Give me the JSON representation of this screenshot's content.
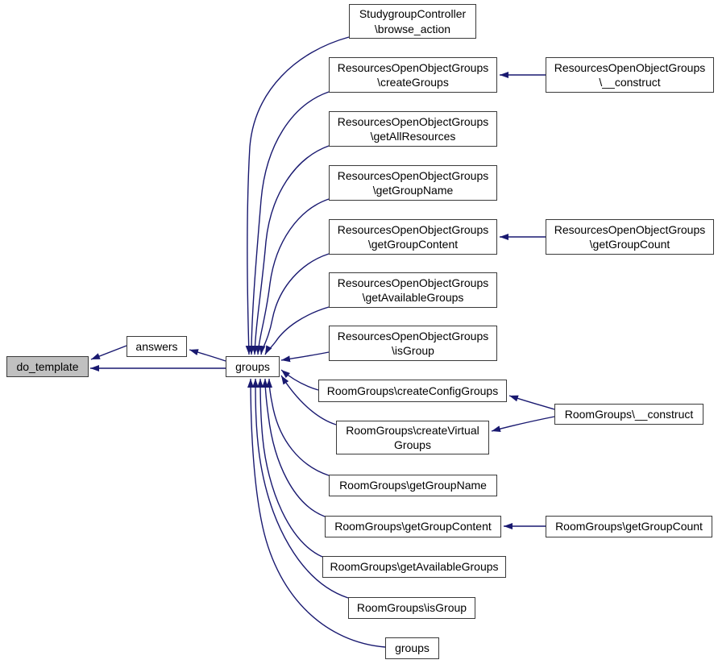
{
  "diagram": {
    "kind": "caller-graph",
    "colors": {
      "edge": "#191970",
      "node_border": "#3a3a3a",
      "node_fill": "#ffffff",
      "highlight_fill": "#c0c0c0",
      "text": "#000000",
      "bg": "#ffffff"
    },
    "nodes": [
      {
        "id": "do_template",
        "label": "do_template",
        "highlighted": true
      },
      {
        "id": "answers",
        "label": "answers"
      },
      {
        "id": "groups",
        "label": "groups"
      },
      {
        "id": "sc-browse-action",
        "label": "StudygroupController\n\\browse_action"
      },
      {
        "id": "rog-create-groups",
        "label": "ResourcesOpenObjectGroups\n\\createGroups"
      },
      {
        "id": "rog-construct",
        "label": "ResourcesOpenObjectGroups\n\\__construct"
      },
      {
        "id": "rog-get-all-resources",
        "label": "ResourcesOpenObjectGroups\n\\getAllResources"
      },
      {
        "id": "rog-get-group-name",
        "label": "ResourcesOpenObjectGroups\n\\getGroupName"
      },
      {
        "id": "rog-get-group-content",
        "label": "ResourcesOpenObjectGroups\n\\getGroupContent"
      },
      {
        "id": "rog-get-group-count",
        "label": "ResourcesOpenObjectGroups\n\\getGroupCount"
      },
      {
        "id": "rog-get-available-groups",
        "label": "ResourcesOpenObjectGroups\n\\getAvailableGroups"
      },
      {
        "id": "rog-is-group",
        "label": "ResourcesOpenObjectGroups\n\\isGroup"
      },
      {
        "id": "rg-create-config-groups",
        "label": "RoomGroups\\createConfigGroups"
      },
      {
        "id": "rg-construct",
        "label": "RoomGroups\\__construct"
      },
      {
        "id": "rg-create-virtual-groups",
        "label": "RoomGroups\\createVirtual\nGroups"
      },
      {
        "id": "rg-get-group-name",
        "label": "RoomGroups\\getGroupName"
      },
      {
        "id": "rg-get-group-content",
        "label": "RoomGroups\\getGroupContent"
      },
      {
        "id": "rg-get-group-count",
        "label": "RoomGroups\\getGroupCount"
      },
      {
        "id": "rg-get-available-groups",
        "label": "RoomGroups\\getAvailableGroups"
      },
      {
        "id": "rg-is-group",
        "label": "RoomGroups\\isGroup"
      },
      {
        "id": "groups-caller",
        "label": "groups"
      }
    ],
    "edges": [
      {
        "from": "answers",
        "to": "do_template"
      },
      {
        "from": "groups",
        "to": "do_template"
      },
      {
        "from": "groups",
        "to": "answers"
      },
      {
        "from": "sc-browse-action",
        "to": "groups"
      },
      {
        "from": "rog-create-groups",
        "to": "groups"
      },
      {
        "from": "rog-get-all-resources",
        "to": "groups"
      },
      {
        "from": "rog-get-group-name",
        "to": "groups"
      },
      {
        "from": "rog-get-group-content",
        "to": "groups"
      },
      {
        "from": "rog-get-available-groups",
        "to": "groups"
      },
      {
        "from": "rog-is-group",
        "to": "groups"
      },
      {
        "from": "rg-create-config-groups",
        "to": "groups"
      },
      {
        "from": "rg-create-virtual-groups",
        "to": "groups"
      },
      {
        "from": "rg-get-group-name",
        "to": "groups"
      },
      {
        "from": "rg-get-group-content",
        "to": "groups"
      },
      {
        "from": "rg-get-available-groups",
        "to": "groups"
      },
      {
        "from": "rg-is-group",
        "to": "groups"
      },
      {
        "from": "groups-caller",
        "to": "groups"
      },
      {
        "from": "rog-construct",
        "to": "rog-create-groups"
      },
      {
        "from": "rog-get-group-count",
        "to": "rog-get-group-content"
      },
      {
        "from": "rg-construct",
        "to": "rg-create-config-groups"
      },
      {
        "from": "rg-construct",
        "to": "rg-create-virtual-groups"
      },
      {
        "from": "rg-get-group-count",
        "to": "rg-get-group-content"
      }
    ]
  }
}
